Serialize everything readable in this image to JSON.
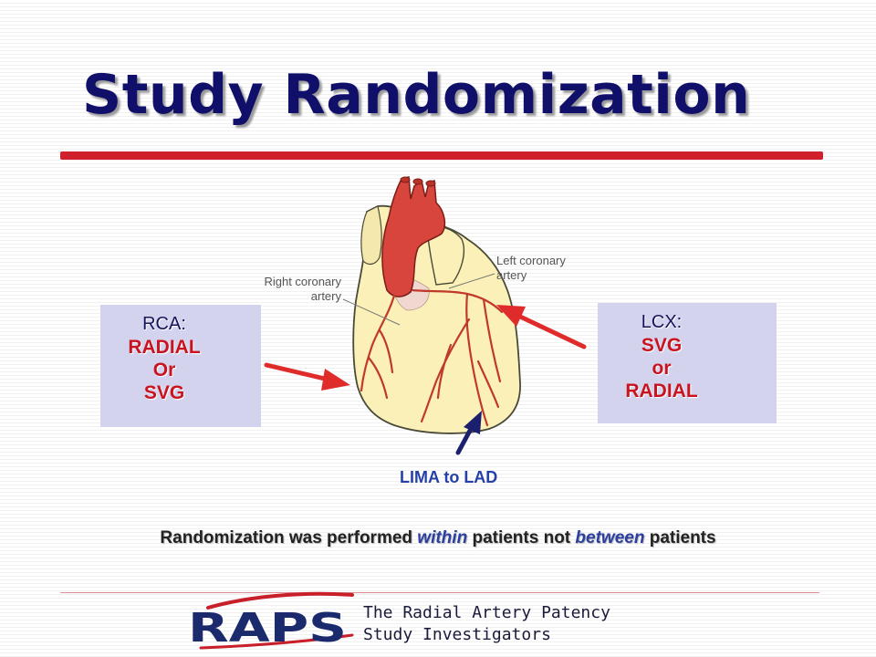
{
  "slide": {
    "title": "Study Randomization",
    "heart_labels": {
      "right_coronary": [
        "Right coronary",
        "artery"
      ],
      "left_coronary": [
        "Left coronary",
        "artery"
      ]
    },
    "rca_box": {
      "heading": "RCA:",
      "options": [
        "RADIAL",
        "Or",
        "SVG"
      ]
    },
    "lcx_box": {
      "heading": "LCX:",
      "options": [
        "SVG",
        "or",
        "RADIAL"
      ]
    },
    "lima_label": "LIMA to LAD",
    "note": {
      "part1": "Randomization was performed ",
      "emph1": "within",
      "part2": " patients not ",
      "emph2": "between",
      "part3": " patients"
    },
    "footer": {
      "logo": "RAPS",
      "investigators": [
        "The Radial Artery Patency",
        "Study Investigators"
      ]
    }
  },
  "colors": {
    "title": "#10106a",
    "accent_red": "#d0202b",
    "box_fill": "#d3d3ee",
    "option_red": "#c8141e",
    "lima_blue": "#2540a8",
    "logo_navy": "#1a2a6c"
  },
  "icons": {
    "red_arrow": "arrow-right-icon",
    "navy_arrow": "arrow-up-icon"
  }
}
